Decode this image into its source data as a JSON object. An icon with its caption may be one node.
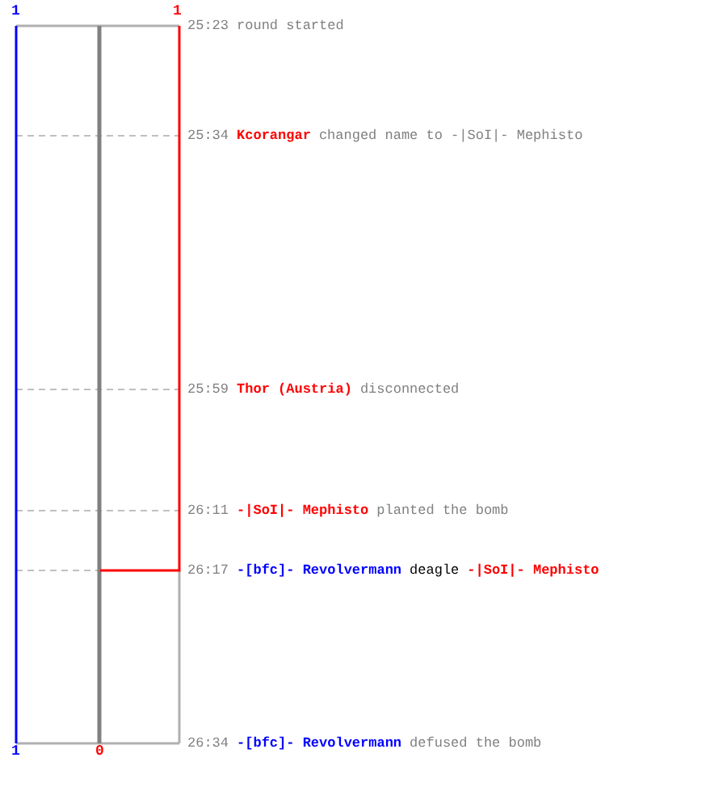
{
  "diagram": {
    "labels": [
      "1",
      "1",
      "25:23",
      "round started",
      "25:34",
      "Kcorangar",
      "changed name to -|SoI|- Mephisto",
      "25:59",
      "Thor (Austria)",
      "disconnected",
      "26:11",
      "-|SoI|- Mephisto",
      "planted the bomb",
      "26:17",
      "-[bfc]- Revolvermann",
      "deagle",
      "-|SoI|- Mephisto",
      "26:34",
      "-[bfc]- Revolvermann",
      "defused the bomb",
      "1",
      "0"
    ]
  }
}
